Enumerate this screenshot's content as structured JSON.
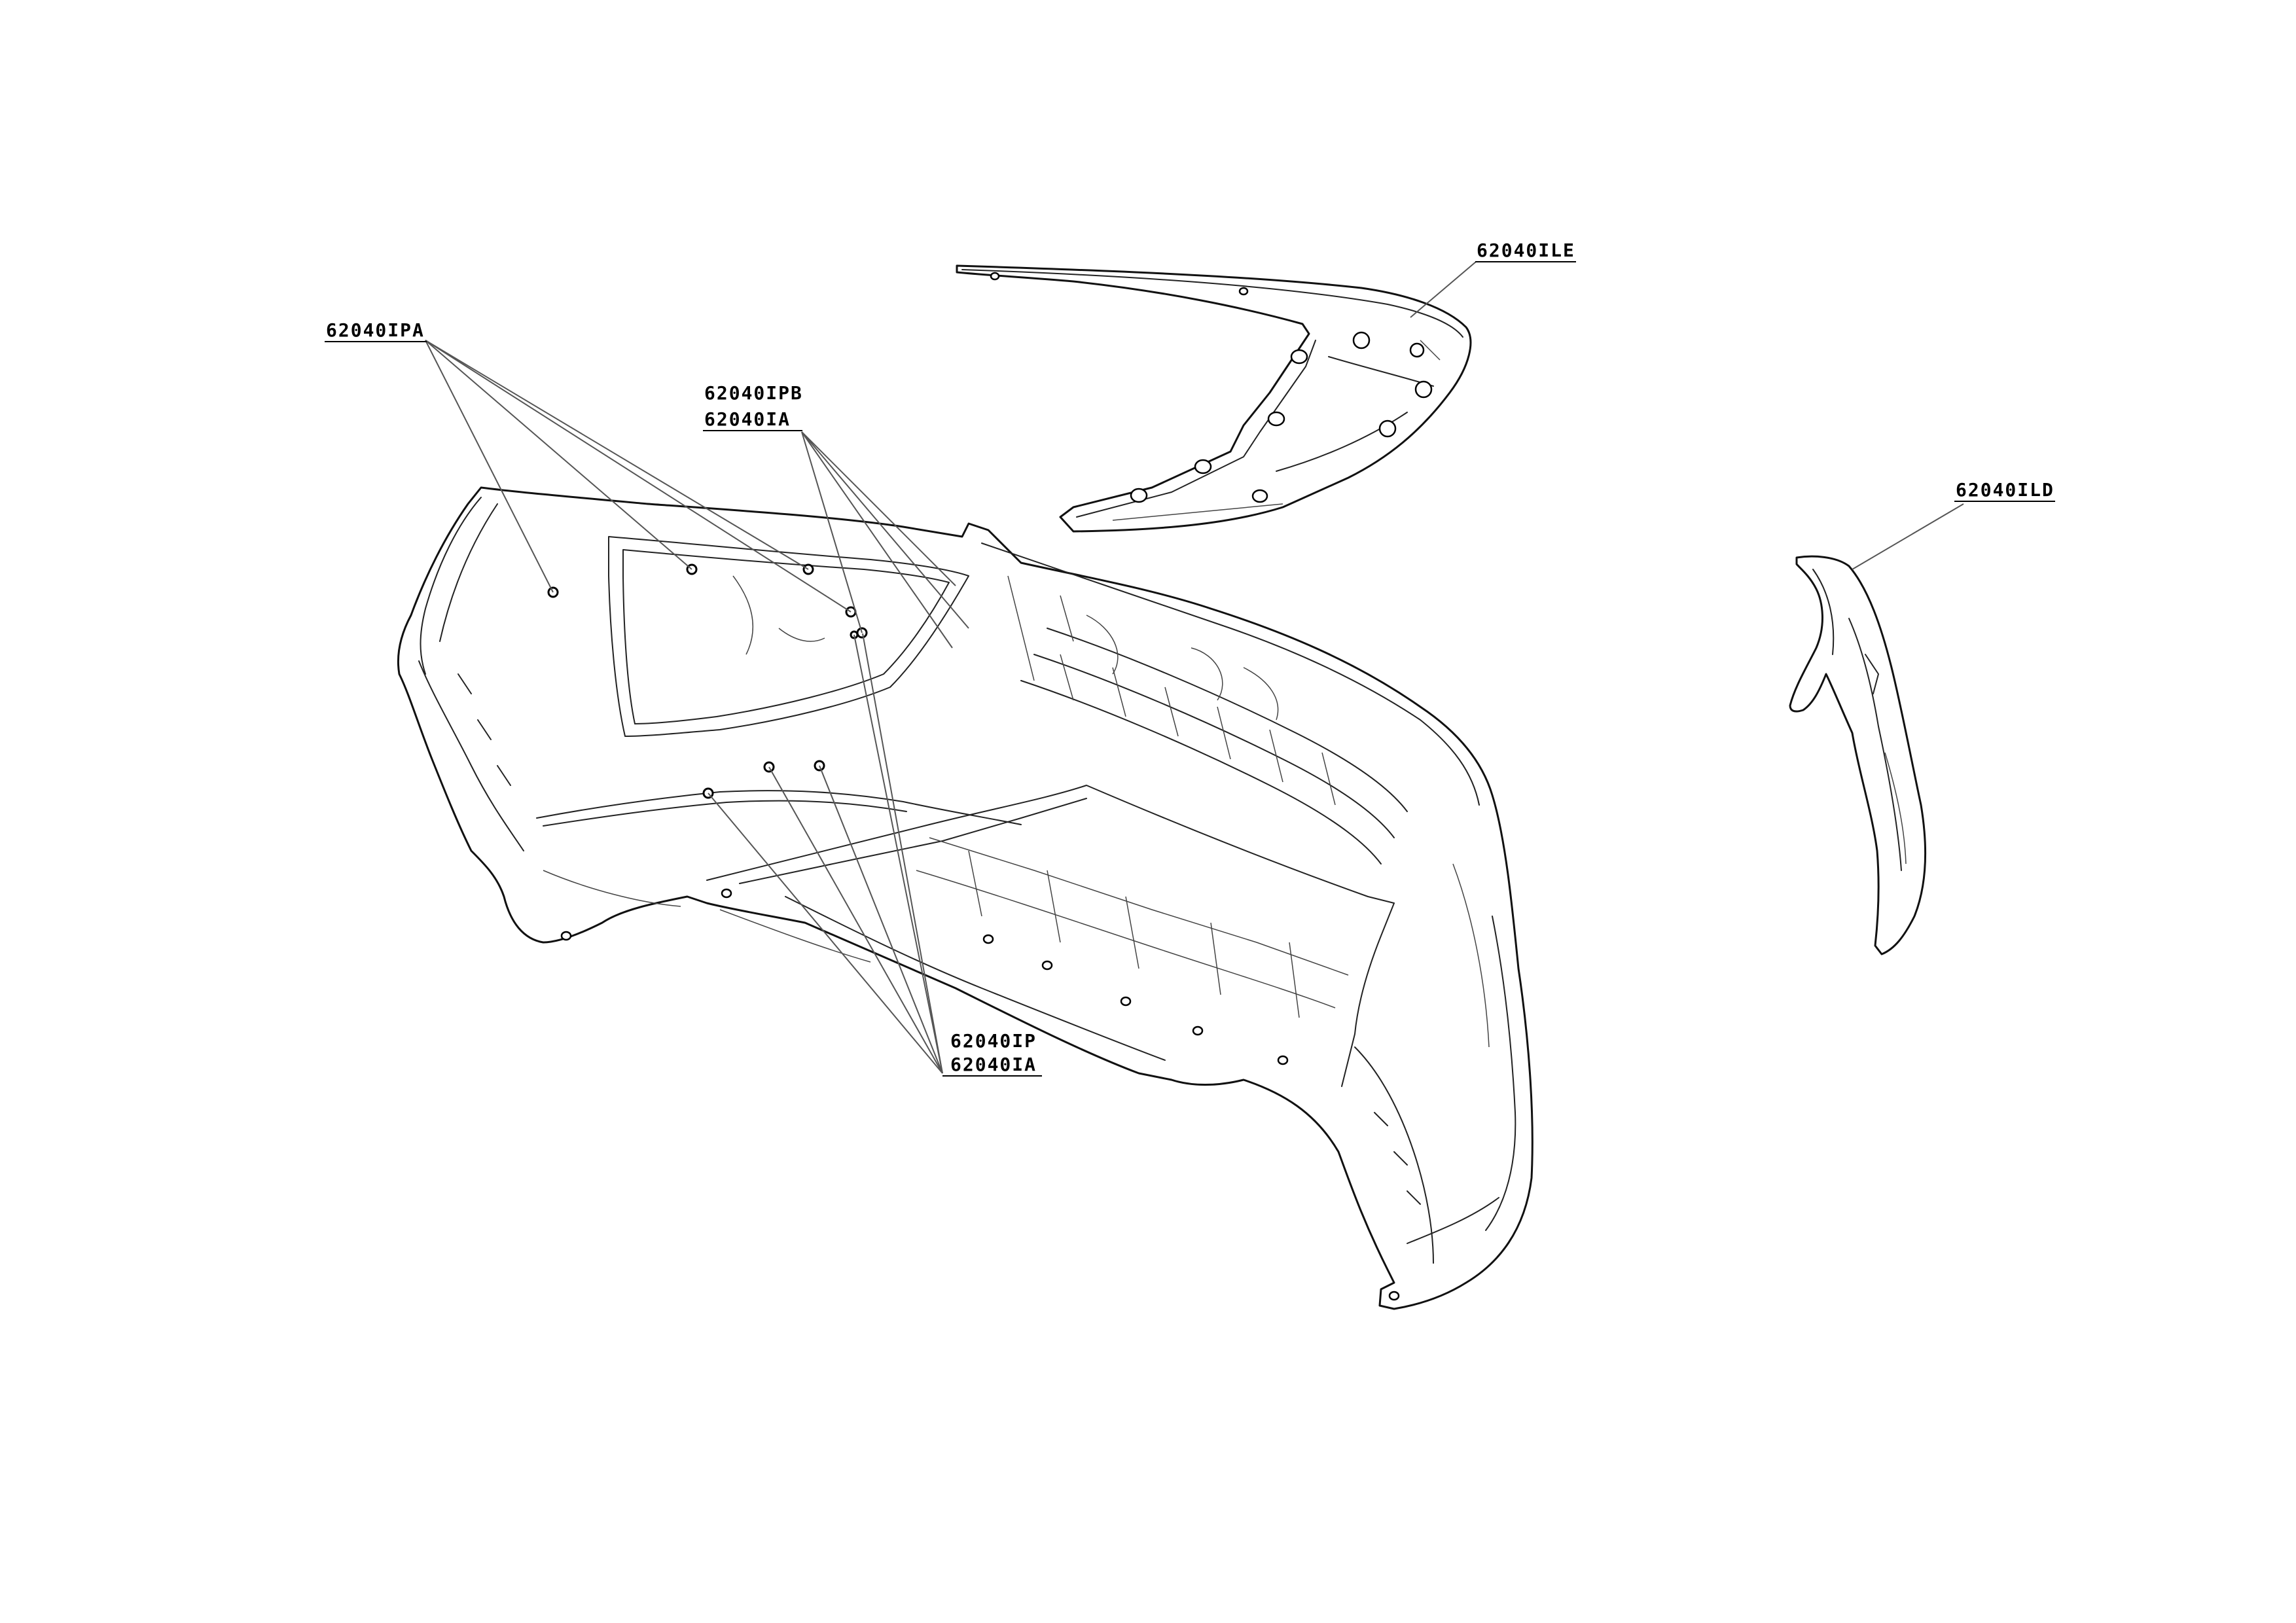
{
  "diagram": {
    "type": "exploded-parts-drawing",
    "parts": [
      {
        "id": "grille-upper-trim",
        "name": "upper-grille-trim"
      },
      {
        "id": "bumper",
        "name": "front-bumper-cover"
      },
      {
        "id": "side-trim",
        "name": "side-corner-trim"
      }
    ],
    "callouts": {
      "ipa": {
        "label": "62040IPA"
      },
      "ipb": {
        "label": "62040IPB"
      },
      "ia_top": {
        "label": "62040IA"
      },
      "ile": {
        "label": "62040ILE"
      },
      "ild": {
        "label": "62040ILD"
      },
      "ip": {
        "label": "62040IP"
      },
      "ia_bottom": {
        "label": "62040IA"
      }
    }
  }
}
